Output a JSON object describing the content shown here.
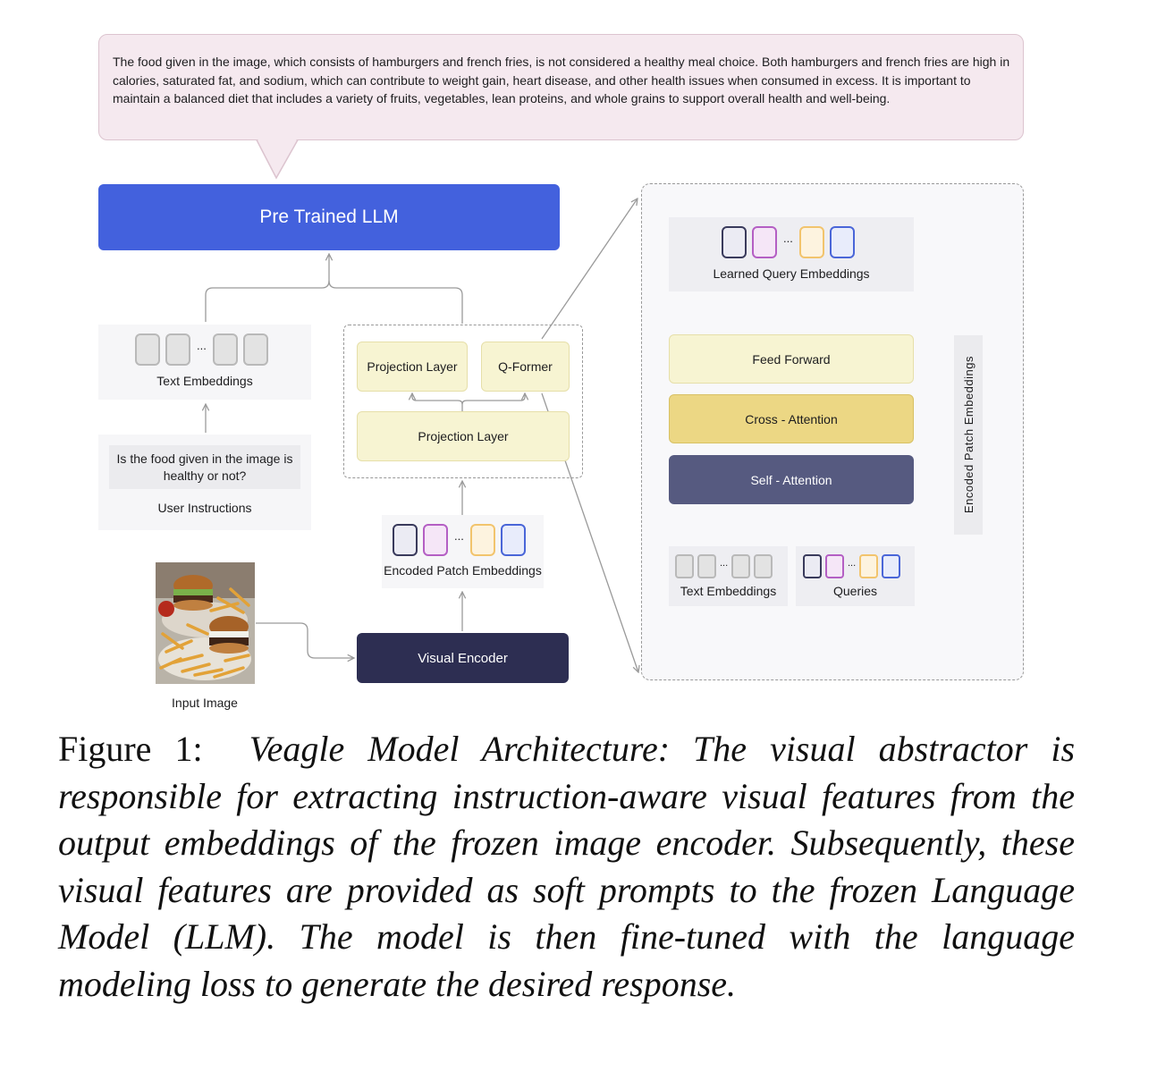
{
  "response_text": "The food given in the image, which consists of hamburgers and french fries, is not considered a healthy meal choice. Both hamburgers and french fries are high in calories, saturated fat, and sodium, which can contribute to weight gain, heart disease, and other health issues when consumed in excess. It is important to maintain a balanced diet that includes a variety of fruits, vegetables, lean proteins, and whole grains to support overall health and well-being.",
  "pre_trained_llm": "Pre Trained LLM",
  "text_embeddings_label": "Text Embeddings",
  "user_question": "Is the food given in the image is healthy or not?",
  "user_instructions_label": "User Instructions",
  "input_image_label": "Input Image",
  "projection_layer_top": "Projection Layer",
  "q_former": "Q-Former",
  "projection_layer_bottom": "Projection Layer",
  "encoded_patch_embeddings_label": "Encoded Patch Embeddings",
  "visual_encoder": "Visual Encoder",
  "ellipsis": "...",
  "qformer_detail": {
    "learned_query_embeddings": "Learned Query Embeddings",
    "feed_forward": "Feed Forward",
    "cross_attention": "Cross - Attention",
    "self_attention": "Self - Attention",
    "text_embeddings": "Text Embeddings",
    "queries": "Queries",
    "encoded_patch_embeddings_side": "Encoded Patch Embeddings"
  },
  "caption": {
    "prefix": "Figure 1:",
    "italic_text": "Veagle Model Architecture: The visual abstractor is responsible for extracting instruction-aware visual features from the output embeddings of the frozen image encoder. Subsequently, these visual features are provided as soft prompts to the frozen Language Model (LLM). The model is then fine-tuned with the language modeling loss to generate the desired response."
  },
  "colors": {
    "llm_blue": "#4361dd",
    "bubble_pink": "#f5e9ef",
    "visual_encoder_navy": "#2d2e52",
    "self_attention": "#565a80",
    "cross_attention": "#ecd784",
    "feed_forward": "#f7f4d2",
    "token_dark": "#3a3b5c",
    "token_purple": "#b45fc4",
    "token_orange": "#f2c46d",
    "token_blue": "#4a66d8",
    "token_gray": "#b9b9b9"
  }
}
